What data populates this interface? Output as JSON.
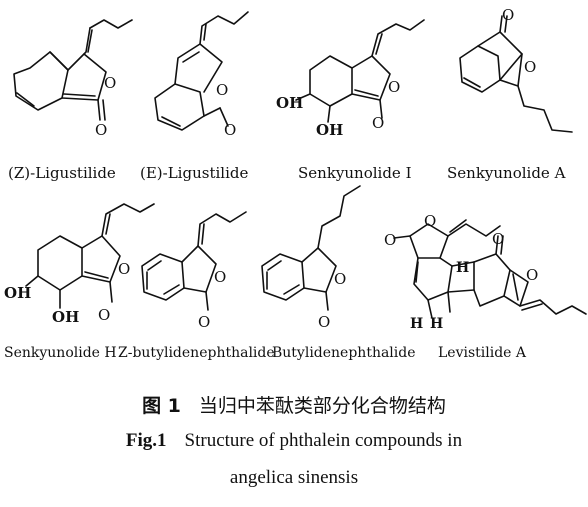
{
  "compounds": [
    {
      "id": "z-ligustilide",
      "name": "(Z)-Ligustilide"
    },
    {
      "id": "e-ligustilide",
      "name": "(E)-Ligustilide"
    },
    {
      "id": "senkyunolide-i",
      "name": "Senkyunolide I"
    },
    {
      "id": "senkyunolide-a",
      "name": "Senkyunolide A"
    },
    {
      "id": "senkyunolide-h",
      "name": "Senkyunolide H"
    },
    {
      "id": "z-butylidenephthalide",
      "name": "Z-butylidenephthalide"
    },
    {
      "id": "butylidenephthalide",
      "name": "Butylidenephthalide"
    },
    {
      "id": "levistilide-a",
      "name": "Levistilide A"
    }
  ],
  "atoms": {
    "oxygen": "O",
    "hydroxyl": "OH",
    "hydrogen": "H"
  },
  "caption": {
    "cn_label": "图 1",
    "cn_text": "当归中苯酞类部分化合物结构",
    "en_label": "Fig.1",
    "en_text": "Structure of phthalein compounds in",
    "en_text_2": "angelica sinensis"
  },
  "colors": {
    "ink": "#111111",
    "background": "#ffffff"
  }
}
